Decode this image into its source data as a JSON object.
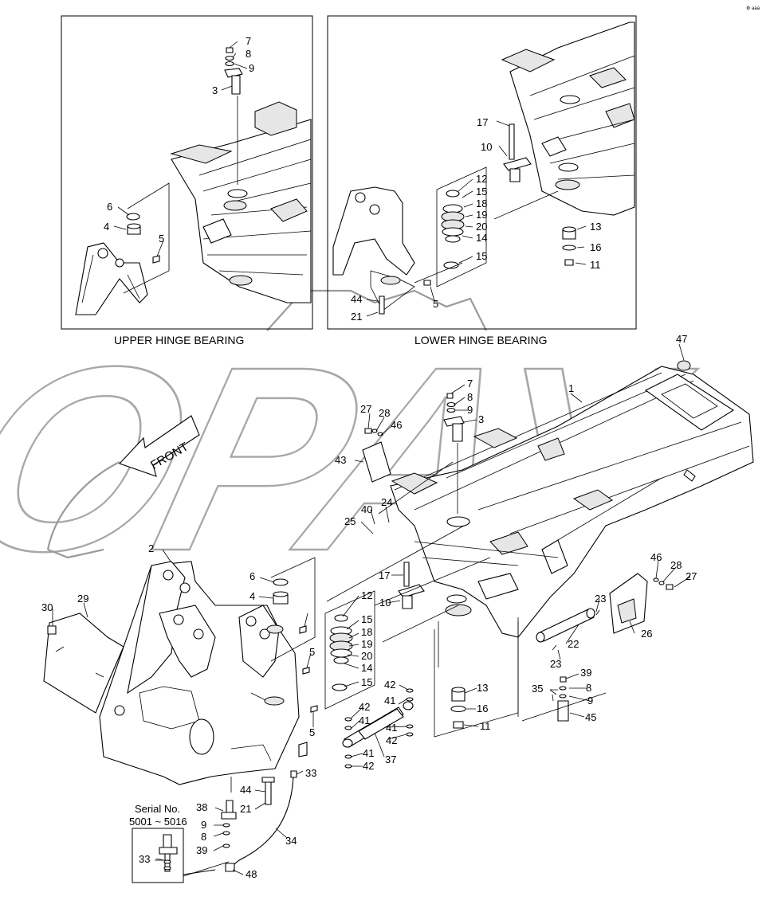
{
  "captions": {
    "upper": "UPPER HINGE BEARING",
    "lower": "LOWER HINGE BEARING",
    "front": "FRONT",
    "watermark": "OPAY",
    "serial_title": "Serial No.",
    "serial_range": "5001 ~ 5016",
    "corner_mark": "⚙ ааа"
  },
  "labels": {
    "u7": "7",
    "u8": "8",
    "u9": "9",
    "u3": "3",
    "u6": "6",
    "u4": "4",
    "u5": "5",
    "l17": "17",
    "l10": "10",
    "l12": "12",
    "l15a": "15",
    "l18": "18",
    "l19": "19",
    "l20": "20",
    "l14": "14",
    "l15b": "15",
    "l13": "13",
    "l16": "16",
    "l11": "11",
    "l44": "44",
    "l21": "21",
    "l5": "5",
    "m47": "47",
    "m1": "1",
    "m7": "7",
    "m8": "8",
    "m9": "9",
    "m3": "3",
    "m27": "27",
    "m28": "28",
    "m46": "46",
    "m43": "43",
    "m24": "24",
    "m40": "40",
    "m25": "25",
    "m2": "2",
    "m6": "6",
    "m4": "4",
    "m17": "17",
    "m10": "10",
    "m12": "12",
    "m15a": "15",
    "m18": "18",
    "m19": "19",
    "m20": "20",
    "m14": "14",
    "m15b": "15",
    "m5a": "5",
    "m5b": "5",
    "m30": "30",
    "m29": "29",
    "m42a": "42",
    "m42b": "42",
    "m41a": "41",
    "m41b": "41",
    "m42c": "42",
    "m41c": "41",
    "m42d": "42",
    "m37": "37",
    "m13": "13",
    "m16": "16",
    "m11": "11",
    "m33a": "33",
    "m44": "44",
    "m21": "21",
    "m38": "38",
    "m9b": "9",
    "m8b": "8",
    "m39a": "39",
    "m34": "34",
    "m48": "48",
    "m33b": "33",
    "m23a": "23",
    "m22": "22",
    "m23b": "23",
    "m26": "26",
    "m46b": "46",
    "m28b": "28",
    "m27b": "27",
    "m39b": "39",
    "m35": "35",
    "m8c": "8",
    "m9c": "9",
    "m45": "45"
  }
}
